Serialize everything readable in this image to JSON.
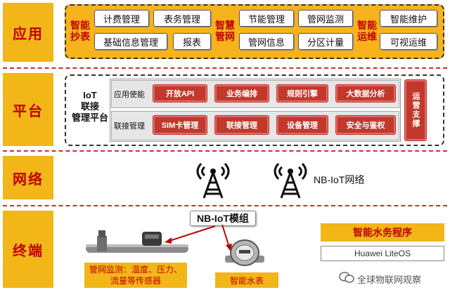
{
  "sections": {
    "app": "应用",
    "platform": "平台",
    "network": "网络",
    "terminal": "终端"
  },
  "app": {
    "group1": {
      "label": "智能\n抄表",
      "items": [
        "计费管理",
        "表务管理",
        "基础信息管理",
        "报表"
      ]
    },
    "group2": {
      "label": "智慧\n管网",
      "items": [
        "节能管理",
        "管网监测",
        "管网信息",
        "分区计量"
      ]
    },
    "group3": {
      "label": "智能\n运维",
      "items": [
        "智能维护",
        "可视运维"
      ]
    }
  },
  "platform": {
    "title": "IoT\n联接\n管理平台",
    "row1_label": "应用使能",
    "row1_items": [
      "开放API",
      "业务编排",
      "规则引擎",
      "大数据分析"
    ],
    "row2_label": "联接管理",
    "row2_items": [
      "SIM卡管理",
      "联接管理",
      "设备管理",
      "安全与鉴权"
    ],
    "side": "运营支撑"
  },
  "network": {
    "label": "NB-IoT网络"
  },
  "terminal": {
    "module": "NB-IoT模组",
    "sensors": "管网监测：温度、压力、流量等传感器",
    "meter": "智能水表",
    "app_name": "智能水务程序",
    "os": "Huawei LiteOS"
  },
  "watermark": "全球物联网观察",
  "colors": {
    "accent": "#f2b619",
    "red": "#c0392b",
    "label_red": "#c00000"
  }
}
